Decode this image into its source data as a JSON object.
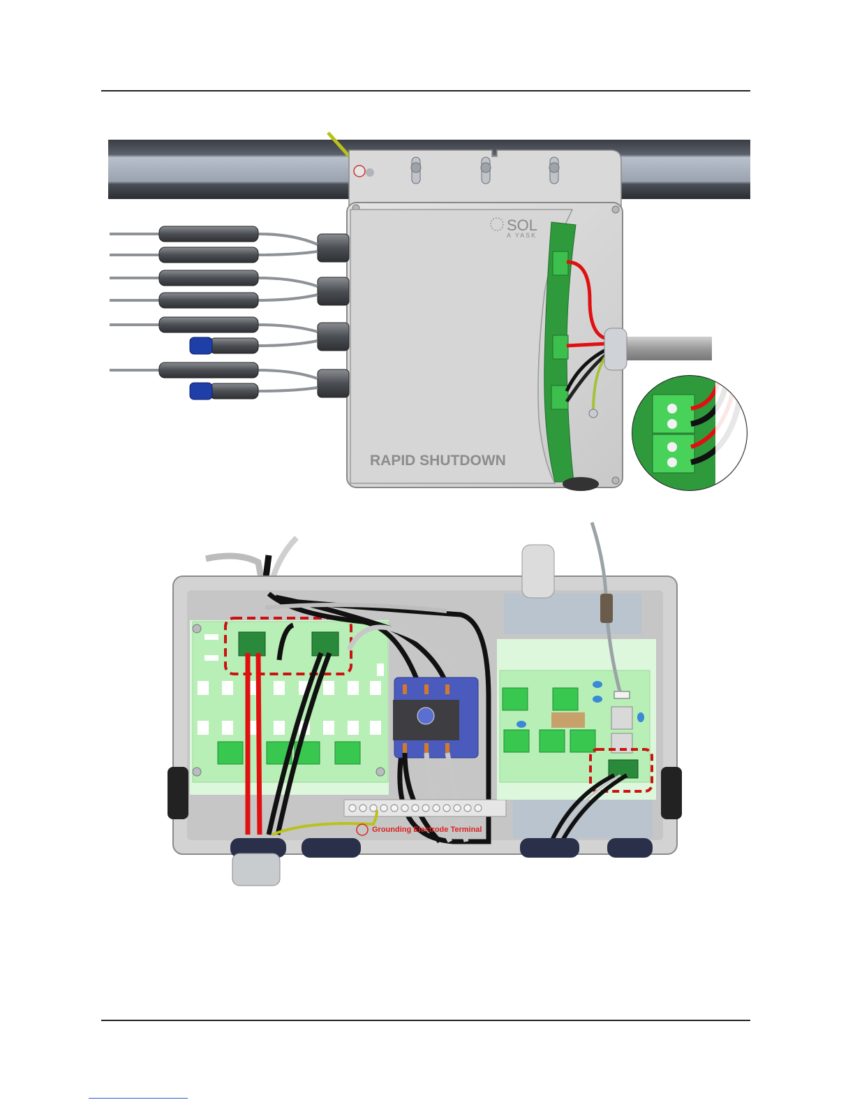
{
  "figure_top": {
    "enclosure_label": "RAPID SHUTDOWN",
    "logo_text": "SOL",
    "logo_subtext": "A YASK"
  },
  "figure_bottom": {
    "ground_label": "Grounding Electrode Terminal"
  },
  "colors": {
    "enclosure": "#d8d8d8",
    "pcb_green": "#2f9a3c",
    "wire_red": "#e01010",
    "highlight_dashed": "#cc1111",
    "switch_blue": "#4a5bbd"
  }
}
